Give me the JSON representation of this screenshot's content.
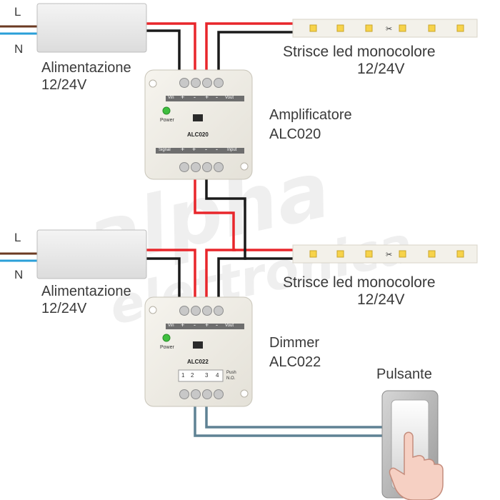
{
  "mains": {
    "line": "L",
    "neutral": "N"
  },
  "supply_top": {
    "title": "Alimentazione",
    "voltage": "12/24V"
  },
  "supply_bottom": {
    "title": "Alimentazione",
    "voltage": "12/24V"
  },
  "strip_top": {
    "title": "Strisce led monocolore",
    "voltage": "12/24V"
  },
  "strip_bottom": {
    "title": "Strisce led monocolore",
    "voltage": "12/24V"
  },
  "amplifier": {
    "title": "Amplificatore",
    "model_label": "ALC020",
    "model": "ALC020",
    "power": "Power",
    "vin": "Vin",
    "vout": "Vout",
    "signal": "Signal",
    "input": "Input",
    "plus": "+",
    "minus": "-"
  },
  "dimmer": {
    "title": "Dimmer",
    "model_label": "ALC022",
    "model": "ALC022",
    "power": "Power",
    "vin": "Vin",
    "vout": "Vout",
    "push": "Push",
    "no": "N.O.",
    "terminals": [
      "1",
      "2",
      "3",
      "4"
    ],
    "plus": "+",
    "minus": "-"
  },
  "pushbutton": {
    "title": "Pulsante"
  },
  "watermark": {
    "line1": "alpha",
    "line2": "elettronica"
  },
  "colors": {
    "positive": "#e8262b",
    "negative": "#1a1a1a",
    "signal": "#5f8294",
    "live": "#6b3a22",
    "neutral_wire": "#2a9fd8",
    "led_off": "#f7d34a"
  }
}
